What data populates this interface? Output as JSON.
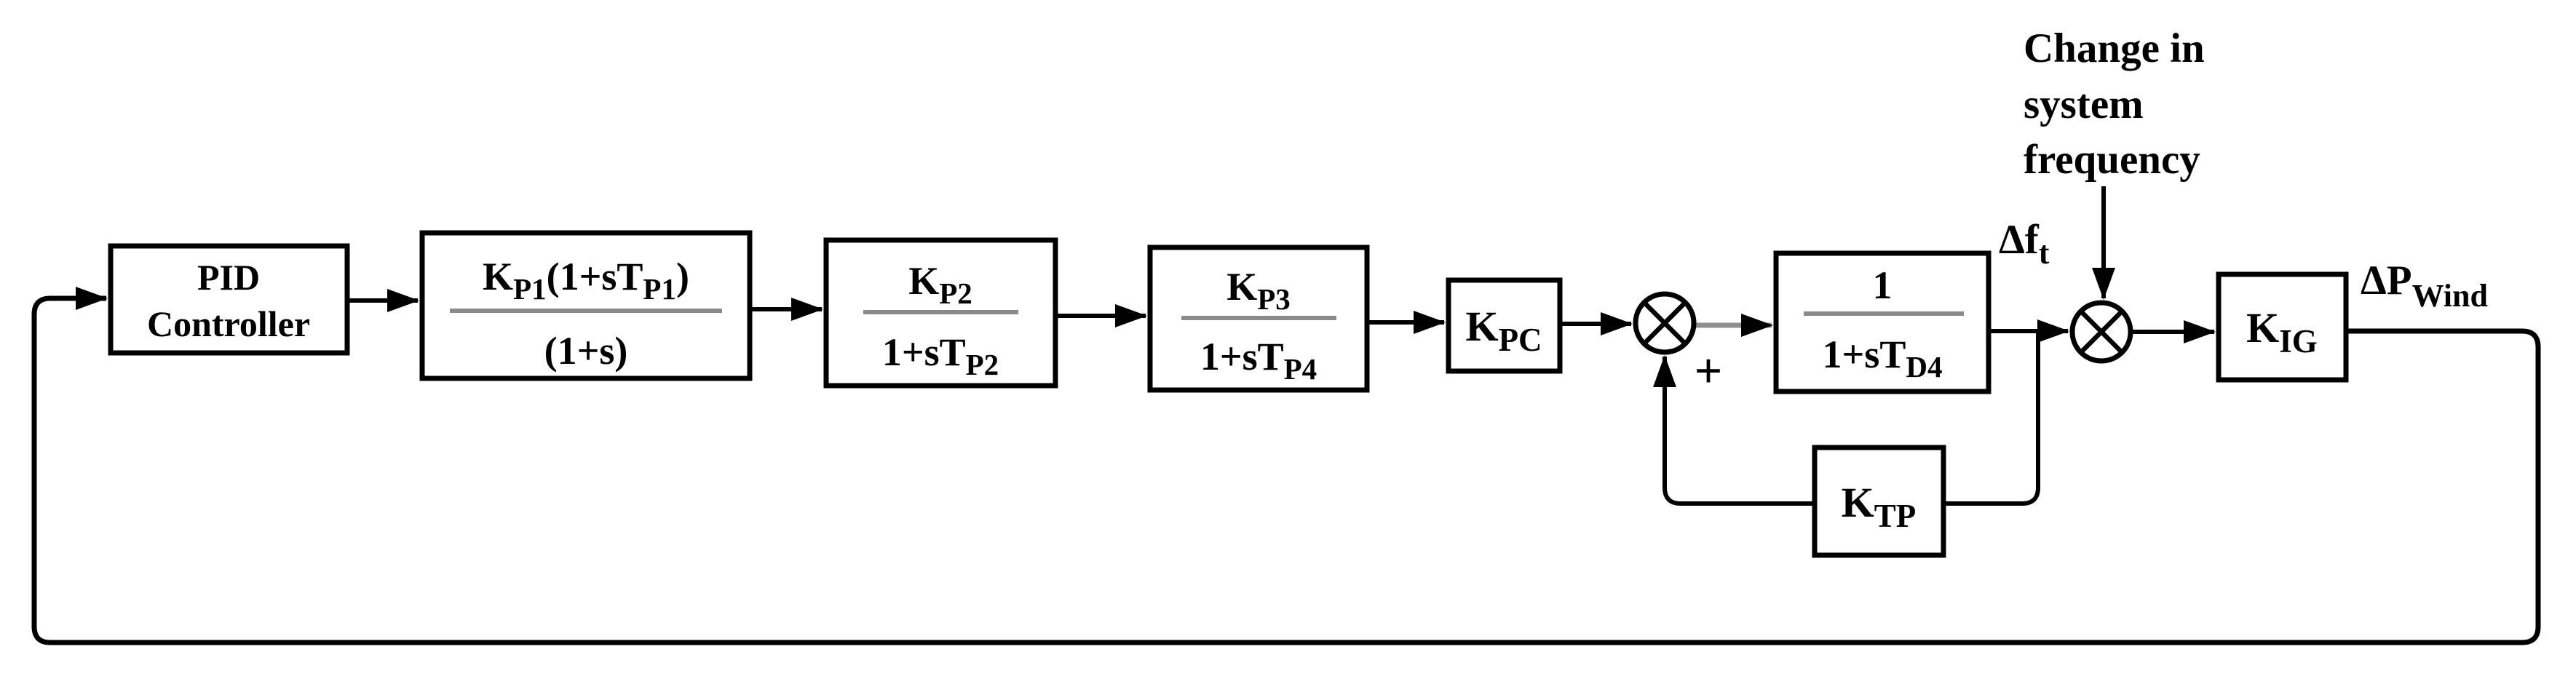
{
  "diagram": {
    "type": "control-block-diagram",
    "description": "Wind turbine frequency control loop with PID controller",
    "colors": {
      "background": "#ffffff",
      "line": "#000000",
      "fraction_bar": "#8a8a8a",
      "gray_connector": "#8f8f8f",
      "text": "#000000"
    },
    "blocks": {
      "pid": {
        "line1": "PID",
        "line2": "Controller"
      },
      "kp1": {
        "num_main": "K",
        "num_sub1": "P1",
        "num_mid": "(1+sT",
        "num_sub2": "P1",
        "num_close": ")",
        "den": "(1+s)"
      },
      "kp2": {
        "num_main": "K",
        "num_sub": "P2",
        "den_main": "1+sT",
        "den_sub": "P2"
      },
      "kp3": {
        "num_main": "K",
        "num_sub": "P3",
        "den_main": "1+sT",
        "den_sub": "P4"
      },
      "kpc": {
        "main": "K",
        "sub": "PC"
      },
      "td4": {
        "num": "1",
        "den_main": "1+sT",
        "den_sub": "D4"
      },
      "ktp": {
        "main": "K",
        "sub": "TP"
      },
      "kig": {
        "main": "K",
        "sub": "IG"
      }
    },
    "junctions": {
      "sum1_sign": "+"
    },
    "labels": {
      "annotation_line1": "Change in",
      "annotation_line2": "system",
      "annotation_line3": "frequency",
      "freq_dev_main": "Δf",
      "freq_dev_sub": "t",
      "wind_power_main": "ΔP",
      "wind_power_sub": "Wind"
    }
  }
}
